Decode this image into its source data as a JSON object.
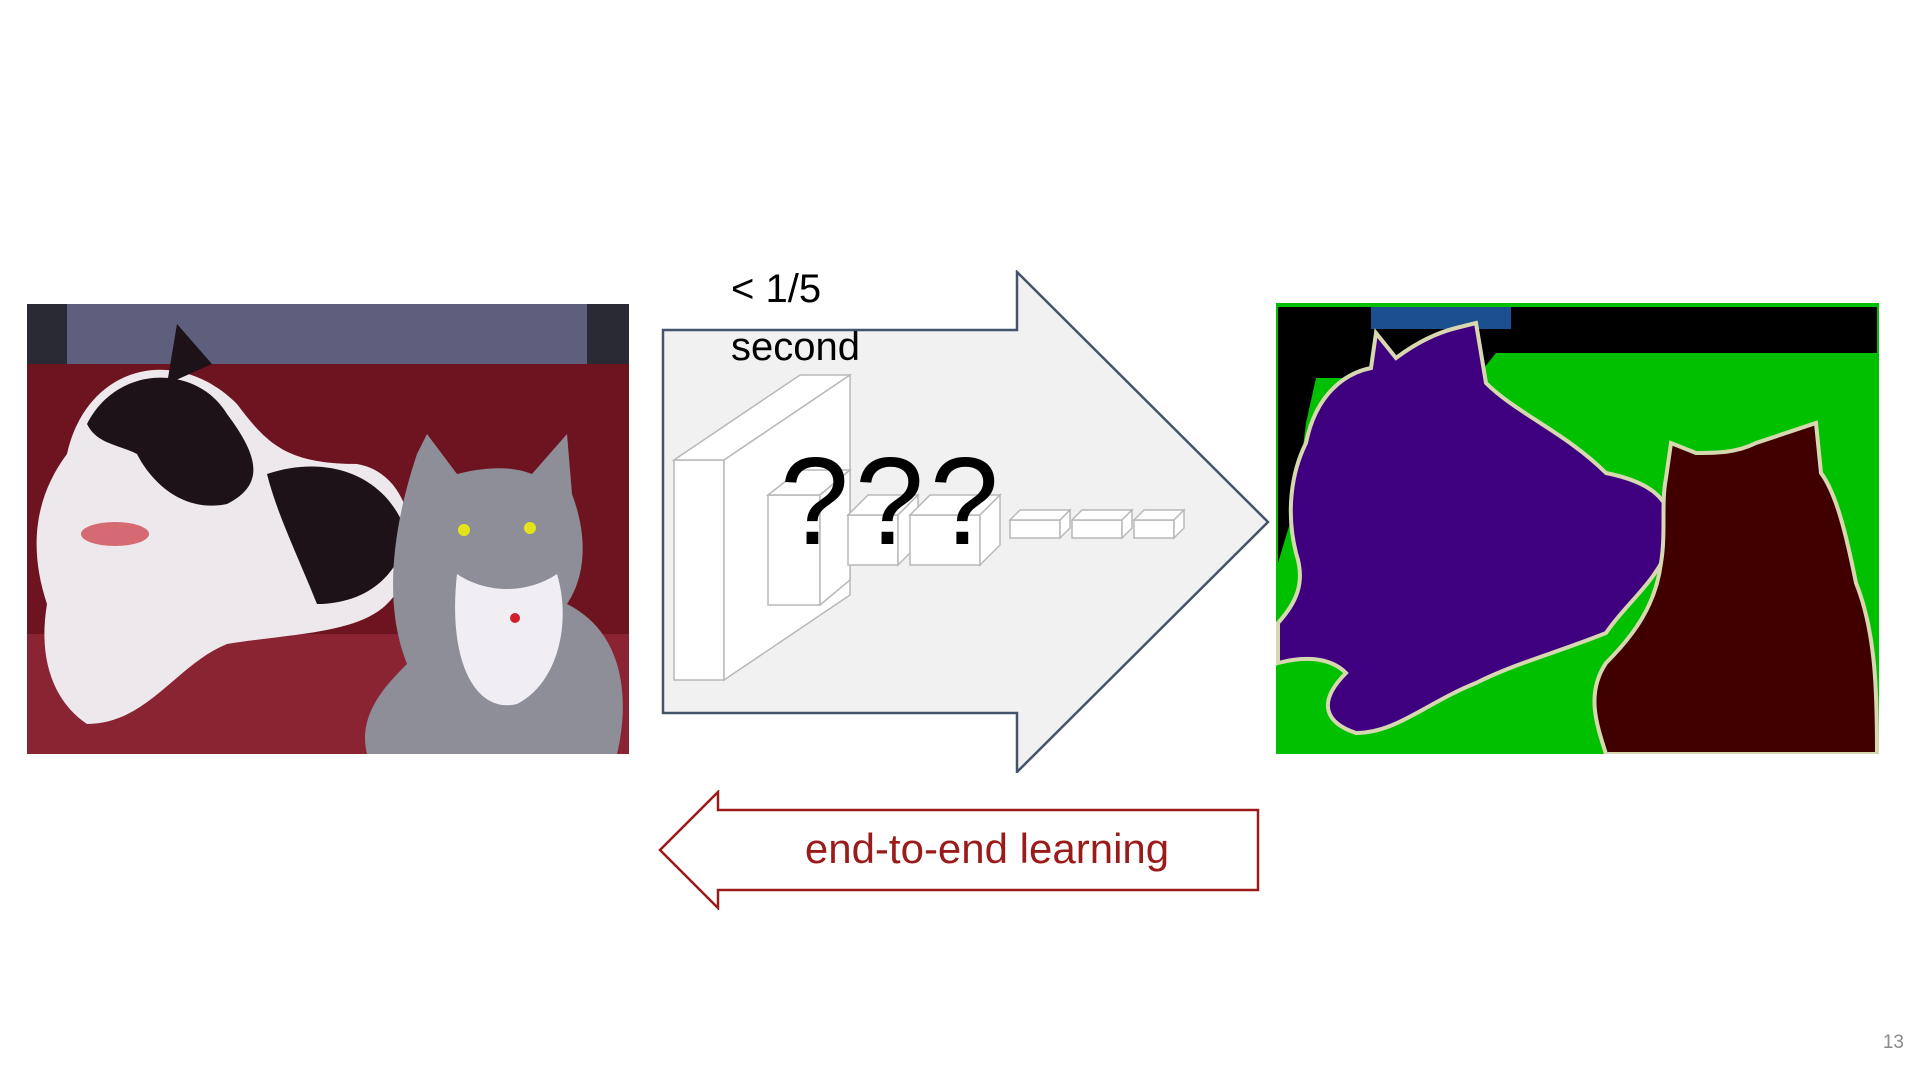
{
  "slide": {
    "timing_label": "< 1/5 second",
    "network_label": "???",
    "back_arrow_label": "end-to-end learning",
    "page_number": "13"
  },
  "images": {
    "input_photo": "photo of a dog and a cat on a red couch",
    "segmentation_map": "segmentation mask: dog (purple), cat (dark red), background (green/black)"
  },
  "colors": {
    "forward_arrow_fill": "#f1f1f1",
    "forward_arrow_stroke": "#44546a",
    "back_arrow_stroke": "#9b1b1b",
    "seg_dog": "#3f0080",
    "seg_cat": "#400000",
    "seg_background": "#00c000",
    "seg_void": "#000000"
  }
}
